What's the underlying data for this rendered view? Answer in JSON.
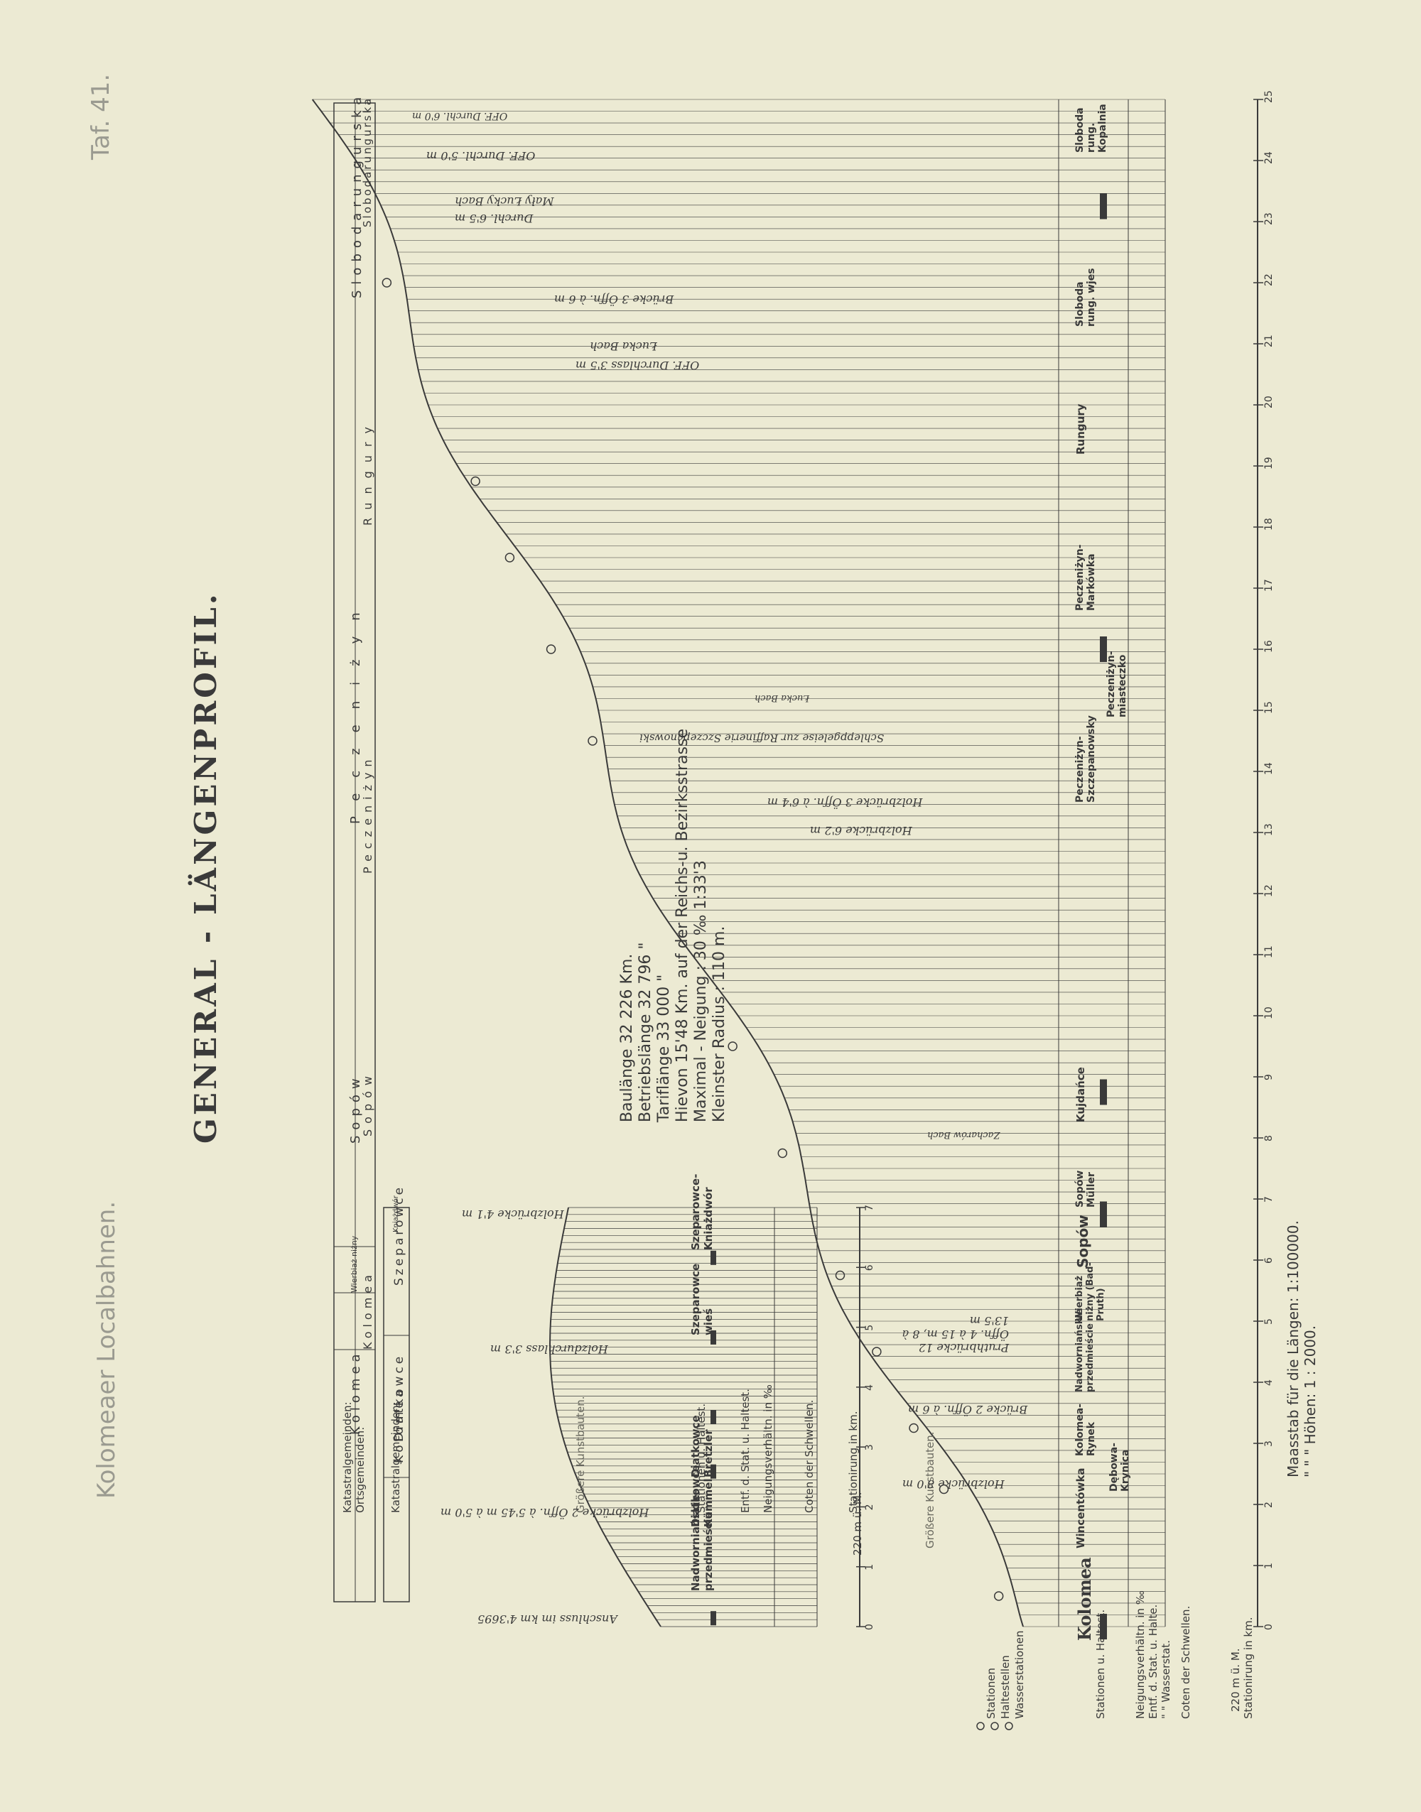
{
  "header": {
    "series": "Kolomeaer Localbahnen.",
    "plate": "Taf. 41.",
    "title": "GENERAL - LÄNGENPROFIL."
  },
  "summary": {
    "lines": [
      "Baulänge 32 226 Km.",
      "Betriebslänge 32 796 \"",
      "Tariflänge 33 000 \"",
      "Hievon 15'48 Km. auf der Reichs-u. Bezirksstrasse",
      "Maximal - Neigung : 30 ‰ 1:33'3",
      "Kleinster Radius : 110 m."
    ]
  },
  "scale": {
    "lengths": "Maasstab für die Längen: 1:100000.",
    "heights": "\" \" \" Höhen: 1 : 2000."
  },
  "upper_profile": {
    "row_labels": {
      "katastral": "Katastralgemeinden:",
      "orts": "Ortsgemeinden:",
      "katastral2": "Katastralgemeinden:",
      "kunstbauten": "Größere Kunstbauten.",
      "stationen": "Stationen u. Haltest.",
      "entf": "Entf. d. Stat. u. Haltest.",
      "neigung": "Neigungsverhältn. in ‰",
      "coten": "Coten der Schwellen.",
      "stationirung": "Stationirung in km."
    },
    "gemeinden_top": [
      "Kolomea",
      "Wierbiaż niżny",
      "Sopów",
      "Peczeniżyn",
      "Slobodarungurska"
    ],
    "gemeinden_mid": [
      "Kolomea",
      "Sopów",
      "Peczeniżyn",
      "Rungury",
      "Slobodarungurska"
    ],
    "gemeinden_bottom": [
      "Kolomea",
      "Diatkowce",
      "Szeparowce",
      "Kniażdwór"
    ],
    "stations": [
      "Nadworniańskie-przedmieście",
      "Diatkowce Kümmel",
      "Diatkowce Bretzler",
      "Szeparowce wieś",
      "Szeparowce-Kniażdwór"
    ],
    "structures": [
      "Anschluss im km 4'3695",
      "Holzbrücke 2 Öffn. à 5'45 m à 5'0 m",
      "Holzdurchlass 3'3 m",
      "Holzbrücke 4'1 m"
    ],
    "km_ticks": [
      "0",
      "1",
      "2",
      "3",
      "4",
      "5",
      "6",
      "7"
    ],
    "datum": "220 m ü. M."
  },
  "lower_profile": {
    "row_labels": {
      "kunstbauten": "Größere Kunstbauten.",
      "stationen": "Stationen u. Haltest.",
      "neigung": "Neigungsverhältn. in ‰",
      "entf": "Entf. d. Stat. u. Halte.",
      "entf2": "\" \" Wasserstat.",
      "coten": "Coten der Schwellen.",
      "stationirung": "Stationirung in km."
    },
    "legend": [
      "Stationen",
      "Haltestellen",
      "Wasserstationen"
    ],
    "stations": [
      "Kolomea",
      "Wincentówka",
      "Dębowa-Krynica",
      "Kolomea-Rynek",
      "Nadworniańskie przedmieście",
      "Wierbiaż niżny (Bad-Pruth)",
      "Sopów",
      "Sopów Müller",
      "Kujdańce",
      "Peczeniżyn-Szczepanowsky",
      "Peczeniżyn-miasteczko",
      "Peczeniżyn-Markówka",
      "Rungury",
      "Sloboda rung. wjes",
      "Sloboda rung. Kopalnia"
    ],
    "structures": [
      "Holzbrücke 8'0 m",
      "Brücke 2 Öffn. à 6 m",
      "Pruthbrücke 12 Öffn. 4 à 15 m, 8 à 13'5 m",
      "Zacharów Bach",
      "Holzbrücke 3 Öffn. à 6'4 m",
      "Holzbrücke 6'2 m",
      "Schleppgeleise zur Raffinerie Szczepanowski",
      "Łucka Bach",
      "OFF. Durchlass 3'5 m",
      "Łucka Bach",
      "Brücke 3 Öffn. à 6 m",
      "Durchl. 6'5 m",
      "Mały Łucky Bach",
      "OFF. Durchl. 5'0 m",
      "OFF. Durchl. 6'0 m"
    ],
    "km_ticks": [
      "0",
      "1",
      "2",
      "3",
      "4",
      "5",
      "6",
      "7",
      "8",
      "9",
      "10",
      "11",
      "12",
      "13",
      "14",
      "15",
      "16",
      "17",
      "18",
      "19",
      "20",
      "21",
      "22",
      "23",
      "24",
      "25"
    ],
    "datum": "220 m ü. M."
  }
}
